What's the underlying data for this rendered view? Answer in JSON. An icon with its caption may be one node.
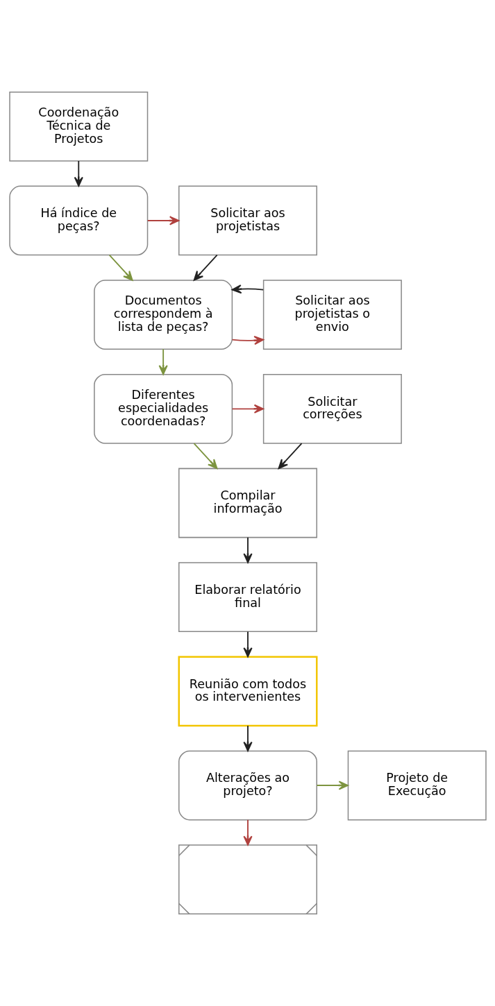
{
  "diagram": {
    "nodes": [
      {
        "text": [
          "Coordenação Técnica de Projetos"
        ]
      },
      {
        "text": [
          "Há índice de peças?"
        ]
      },
      {
        "text": [
          "Solicitar aos projetistas"
        ]
      },
      {
        "text": [
          "Documentos correspondem à lista de peças?"
        ]
      },
      {
        "text": [
          "Solicitar aos projetistas o envio"
        ]
      },
      {
        "text": [
          "Diferentes especialidades coordenadas?"
        ]
      },
      {
        "text": [
          "Solicitar correções"
        ]
      },
      {
        "text": [
          "Compilar informação"
        ]
      },
      {
        "text": [
          "Elaborar relatório final"
        ]
      },
      {
        "text": [
          "Reunião com todos os intervenientes"
        ]
      },
      {
        "text": [
          "Alterações ao projeto?"
        ]
      },
      {
        "text": [
          "Projeto de Execução"
        ]
      },
      {
        "text": [],
        "shape": "box"
      }
    ],
    "edges": [
      {
        "from": 0,
        "to": 1,
        "arrow": "to"
      },
      {
        "from": 1,
        "to": 2,
        "arrow": "to",
        "color": "#b0413e"
      },
      {
        "from": 1,
        "to": 3,
        "arrow": "to",
        "color": "#7d9440"
      },
      {
        "from": 2,
        "to": 3,
        "arrow": "to"
      },
      {
        "from": 3,
        "to": 4,
        "arrow": "to",
        "color": "#b0413e"
      },
      {
        "from": 4,
        "to": 3,
        "arrow": "to"
      },
      {
        "from": 3,
        "to": 5,
        "arrow": "to",
        "color": "#7d9440"
      },
      {
        "from": 5,
        "to": 6,
        "arrow": "to",
        "color": "#b0413e"
      },
      {
        "from": 6,
        "to": 7,
        "arrow": "to"
      },
      {
        "from": 5,
        "to": 7,
        "arrow": "to",
        "color": "#7d9440"
      },
      {
        "from": 7,
        "to": 8,
        "arrow": "to"
      },
      {
        "from": 8,
        "to": 9,
        "arrow": "to"
      },
      {
        "from": 9,
        "to": 10,
        "arrow": "to"
      },
      {
        "from": 10,
        "to": 11,
        "arrow": "to",
        "color": "#7d9440"
      },
      {
        "from": 10,
        "to": 12,
        "arrow": "to",
        "color": "#b0413e"
      }
    ]
  }
}
